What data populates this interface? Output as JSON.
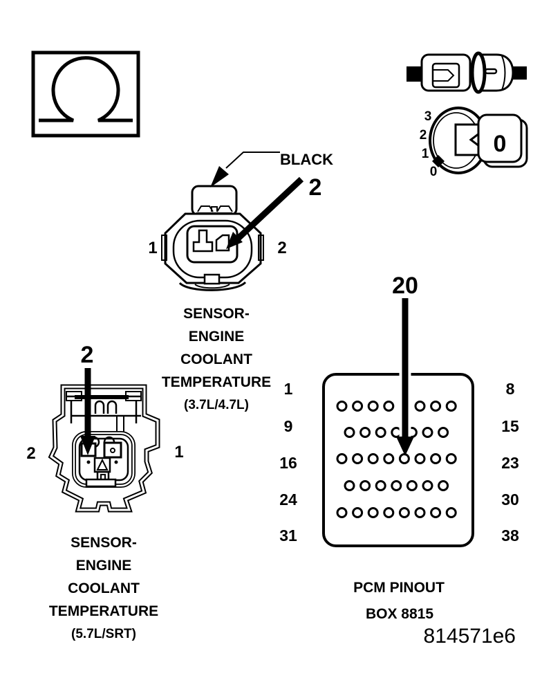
{
  "figure": {
    "id": "814571e6"
  },
  "symbols": {
    "ohm": "Ω",
    "dial_scale": [
      "3",
      "2",
      "1",
      "0"
    ],
    "dial_reading": "0"
  },
  "ect_37_47": {
    "wire_color": "BLACK",
    "cavity_callout": "2",
    "pin_left": "1",
    "pin_right": "2",
    "caption": [
      "SENSOR-",
      "ENGINE",
      "COOLANT",
      "TEMPERATURE",
      "(3.7L/4.7L)"
    ]
  },
  "ect_57": {
    "cavity_callout": "2",
    "pin_left": "2",
    "pin_right": "1",
    "caption": [
      "SENSOR-",
      "ENGINE",
      "COOLANT",
      "TEMPERATURE",
      "(5.7L/SRT)"
    ]
  },
  "pcm": {
    "cavity_callout": "20",
    "caption": [
      "PCM PINOUT",
      "BOX 8815"
    ],
    "rows": [
      {
        "left": "1",
        "right": "8",
        "pins": 8
      },
      {
        "left": "9",
        "right": "15",
        "pins": 7
      },
      {
        "left": "16",
        "right": "23",
        "pins": 8
      },
      {
        "left": "24",
        "right": "30",
        "pins": 7
      },
      {
        "left": "31",
        "right": "38",
        "pins": 8
      }
    ]
  },
  "colors": {
    "ink": "#000000",
    "paper": "#ffffff"
  }
}
